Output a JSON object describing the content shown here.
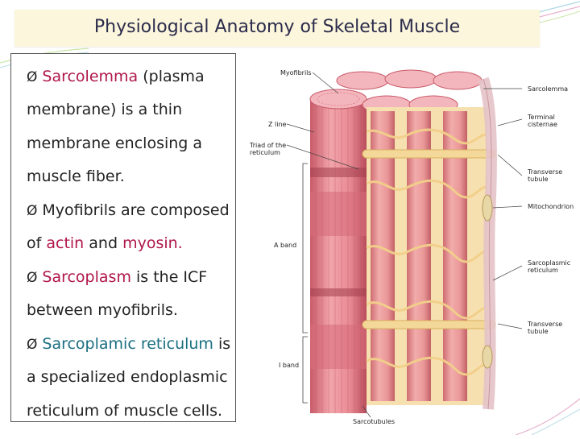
{
  "title": "Physiological Anatomy of Skeletal Muscle",
  "bullet_symbol": "Ø",
  "bullets": {
    "b1": {
      "term": "Sarcolemma",
      "rest": " (plasma",
      "line2": "membrane) is a thin",
      "line3": "membrane enclosing a",
      "line4": "muscle fiber."
    },
    "b2": {
      "text": "Myofibrils are composed",
      "prefix": "of ",
      "actin": "actin",
      "and": " and ",
      "myosin": "myosin."
    },
    "b3": {
      "term": "Sarcoplasm",
      "rest": " is the ICF",
      "line2": "between myofibrils."
    },
    "b4": {
      "term": "Sarcoplamic reticulum",
      "rest": " is",
      "line2": "a specialized endoplasmic",
      "line3": "reticulum of muscle cells."
    }
  },
  "figure_labels": {
    "myofibrils": "Myofibrils",
    "sarcolemma": "Sarcolemma",
    "z_line": "Z line",
    "triad_1": "Triad of the",
    "triad_2": "reticulum",
    "terminal_1": "Terminal",
    "terminal_2": "cisternae",
    "transverse_1": "Transverse",
    "transverse_2": "tubule",
    "mitochondrion": "Mitochondrion",
    "a_band": "A band",
    "sr_1": "Sarcoplasmic",
    "sr_2": "reticulum",
    "transverse2_1": "Transverse",
    "transverse2_2": "tubule",
    "i_band": "I band",
    "sarcotubules": "Sarcotubules"
  },
  "colors": {
    "title_bg": "#fbf6dc",
    "term_red": "#b0164a",
    "term_teal": "#1a6e80",
    "muscle_pink": "#e98b94",
    "muscle_dark": "#c85a68",
    "sr_cream": "#f6e0b0"
  }
}
